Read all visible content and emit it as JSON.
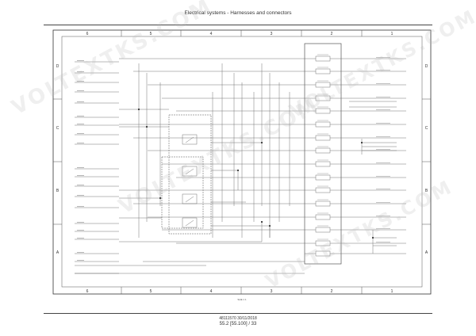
{
  "header": {
    "title": "Electrical systems - Harnesses and connectors"
  },
  "footer": {
    "doc_number": "48111570 30/11/2018",
    "page_ref": "55.2 [55.100] / 33"
  },
  "frame": {
    "columns_top": [
      "6",
      "5",
      "4",
      "3",
      "2",
      "1"
    ],
    "columns_bottom": [
      "6",
      "5",
      "4",
      "3",
      "2",
      "1"
    ],
    "rows_left": [
      "D",
      "C",
      "B",
      "A"
    ],
    "rows_right": [
      "D",
      "C",
      "B",
      "A"
    ],
    "sheet_mark": "SHE 1    1"
  },
  "watermark": "VOLTEXTKS.COM",
  "colors": {
    "line": "#555555",
    "frame": "#333333",
    "connector": "#777777"
  }
}
